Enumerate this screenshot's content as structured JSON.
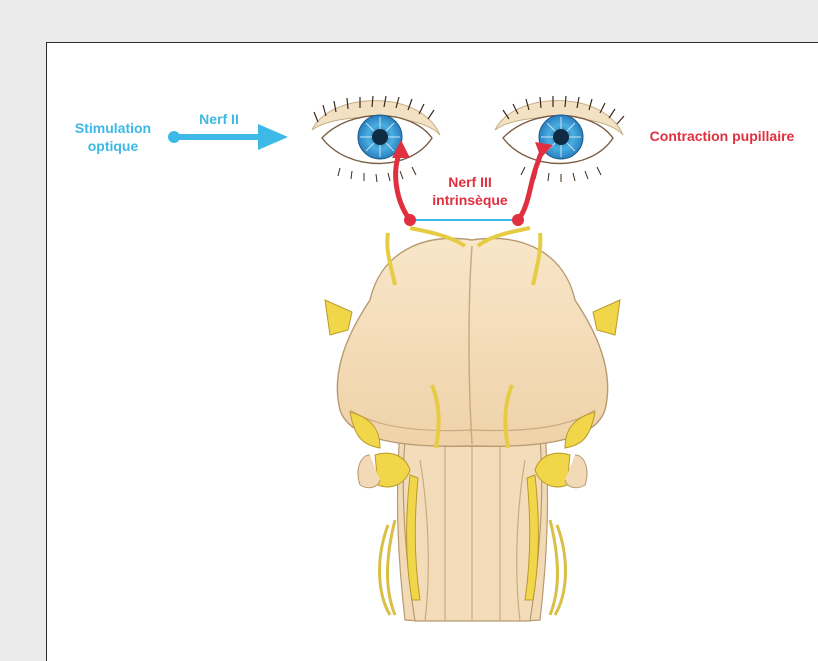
{
  "labels": {
    "stimulus_line1": "Stimulation",
    "stimulus_line2": "optique",
    "nerve2": "Nerf II",
    "nerve3_line1": "Nerf III",
    "nerve3_line2": "intrinsèque",
    "response": "Contraction pupillaire"
  },
  "colors": {
    "afferent": "#3cb9e6",
    "efferent": "#e0303f",
    "brain": "#f5dfbf",
    "nerves": "#f2d64a"
  },
  "icons": {
    "left_eye": "eye-icon",
    "right_eye": "eye-icon",
    "brainstem": "brainstem-illustration"
  }
}
